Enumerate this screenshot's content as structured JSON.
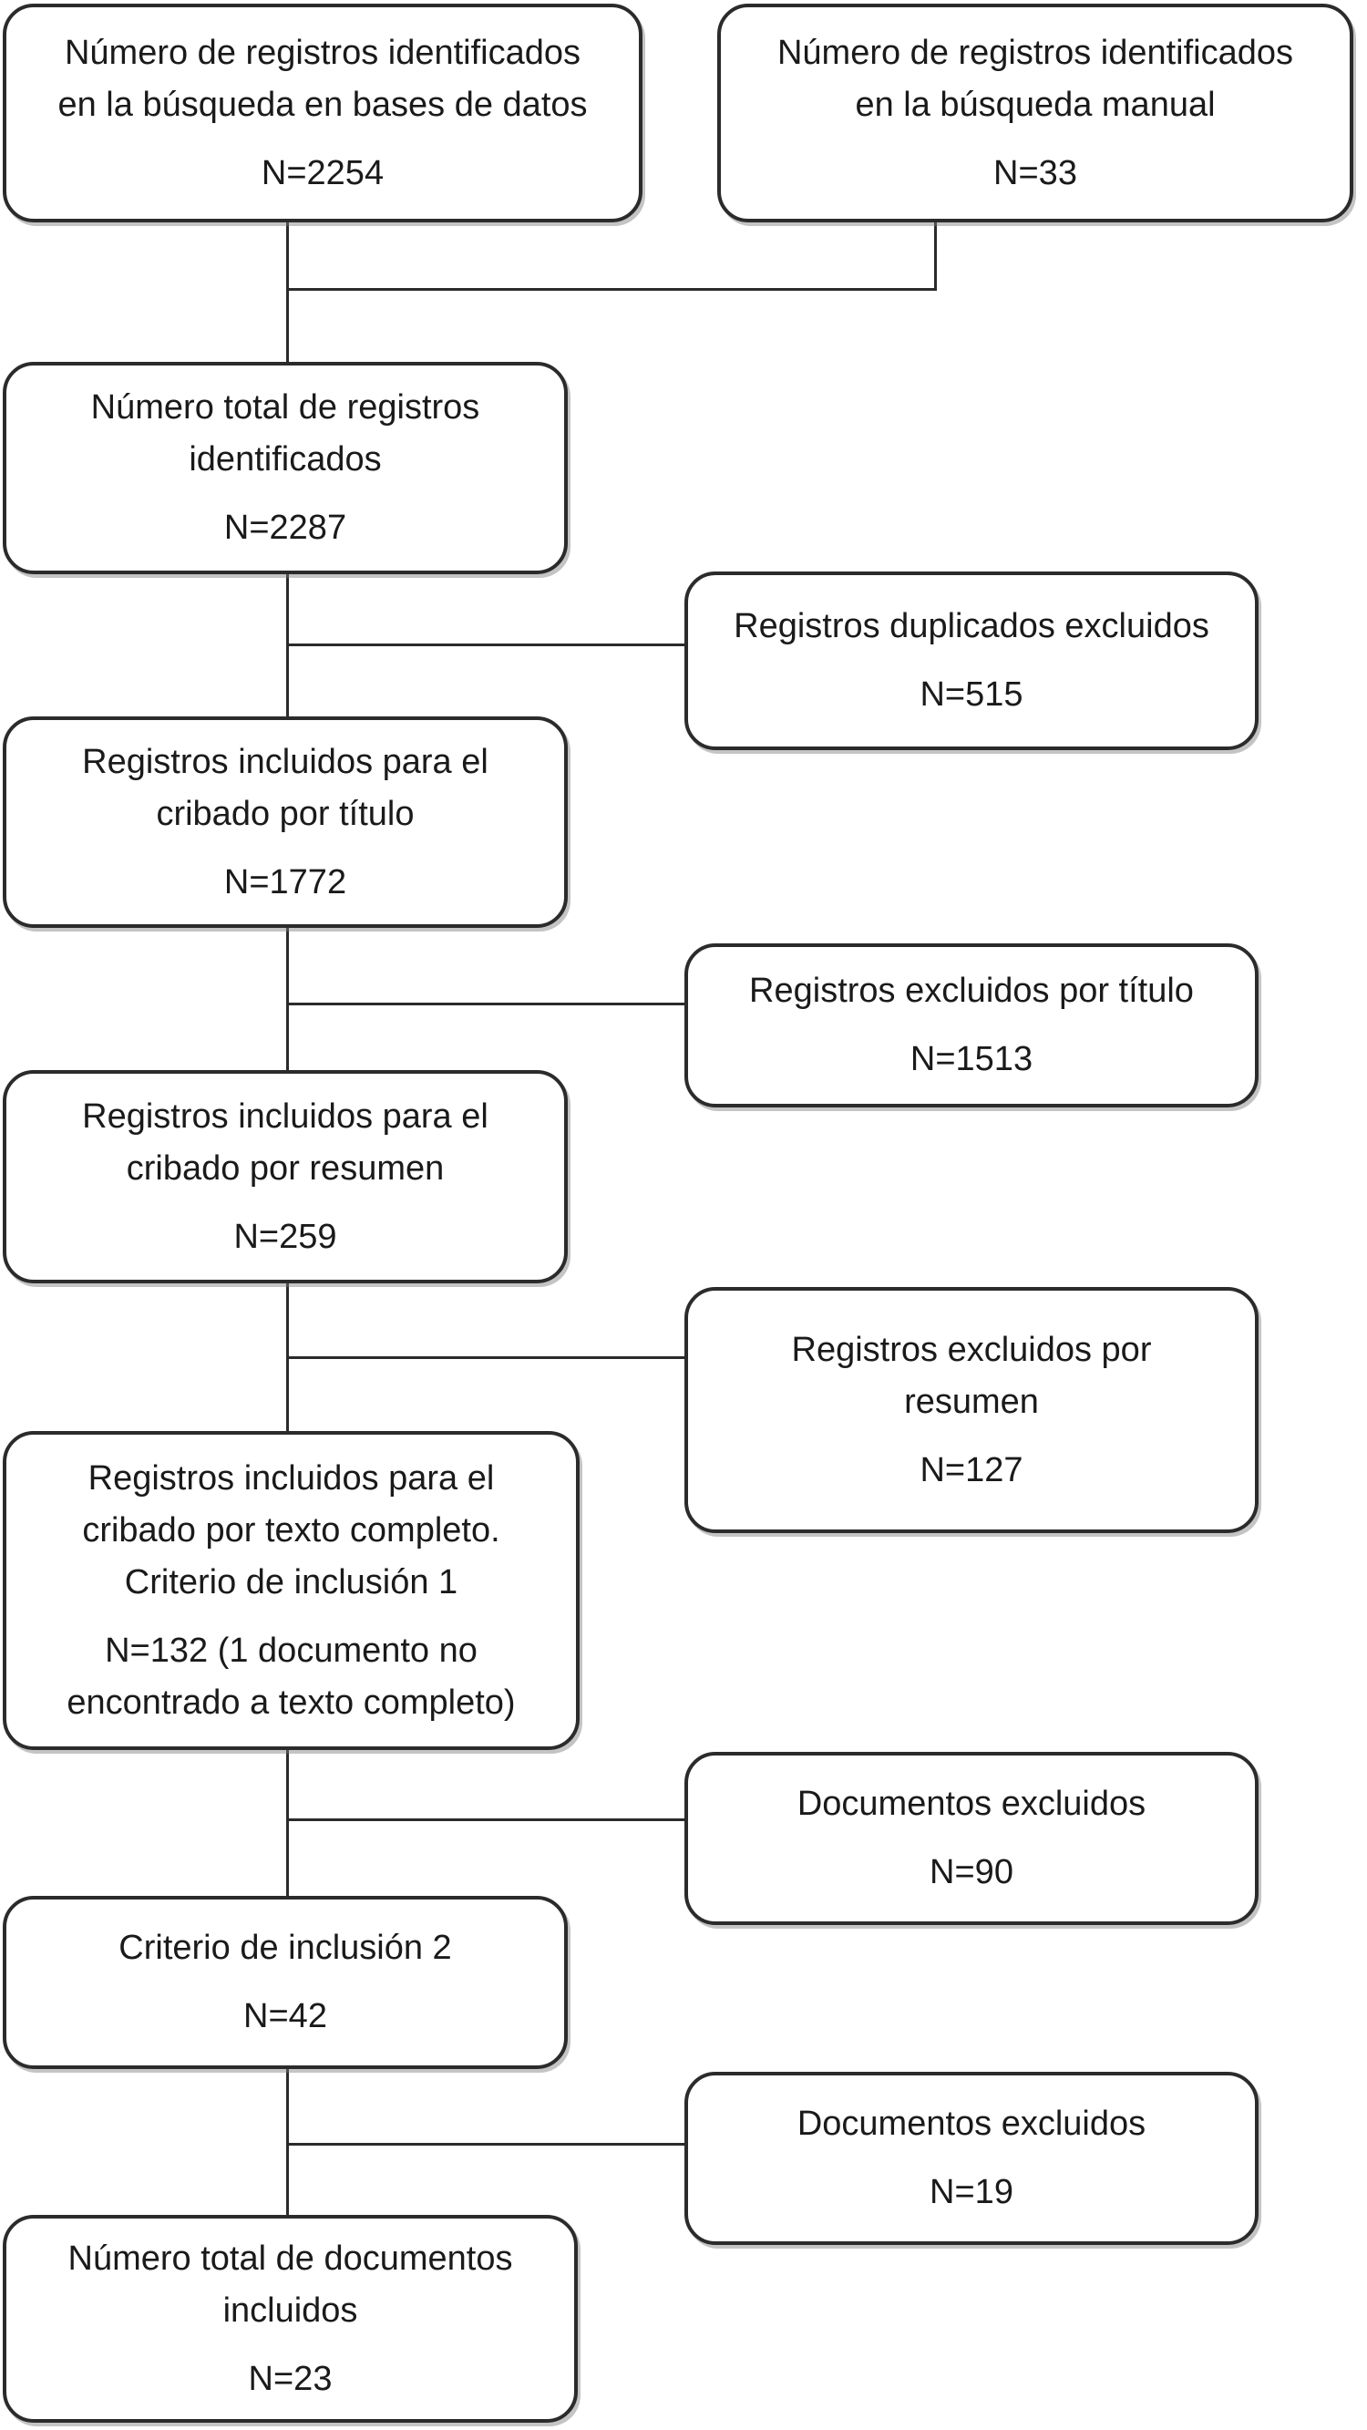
{
  "figure": {
    "type": "flow-diagram",
    "background": "#ffffff",
    "line_color": "#2b2b2b",
    "text_color": "#1a1a1a",
    "boxes": [
      {
        "name": "identified-database-search",
        "text": "Número de registros identificados\nen la búsqueda en bases de datos",
        "n": "N=2254"
      },
      {
        "name": "identified-manual-search",
        "text": "Número de registros identificados\nen la búsqueda manual",
        "n": "N=33"
      },
      {
        "name": "total-identified",
        "text": "Número total de registros\nidentificados",
        "n": "N=2287"
      },
      {
        "name": "duplicates-excluded",
        "text": "Registros duplicados excluidos",
        "n": "N=515"
      },
      {
        "name": "included-title-screening",
        "text": "Registros incluidos para el\ncribado por título",
        "n": "N=1772"
      },
      {
        "name": "excluded-by-title",
        "text": "Registros excluidos por título",
        "n": "N=1513"
      },
      {
        "name": "included-abstract-screening",
        "text": "Registros incluidos para el\ncribado por resumen",
        "n": "N=259"
      },
      {
        "name": "excluded-by-abstract",
        "text": "Registros excluidos por\nresumen",
        "n": "N=127"
      },
      {
        "name": "included-fulltext-screening",
        "text": "Registros incluidos para el\ncribado por texto completo.\nCriterio de inclusión 1",
        "n": "N=132 (1 documento no\nencontrado a texto completo)"
      },
      {
        "name": "documents-excluded-criterion1",
        "text": "Documentos excluidos",
        "n": "N=90"
      },
      {
        "name": "inclusion-criterion-2",
        "text": "Criterio de inclusión 2",
        "n": "N=42"
      },
      {
        "name": "documents-excluded-criterion2",
        "text": "Documentos excluidos",
        "n": "N=19"
      },
      {
        "name": "total-documents-included",
        "text": "Número total de documentos\nincluidos",
        "n": "N=23"
      }
    ]
  }
}
